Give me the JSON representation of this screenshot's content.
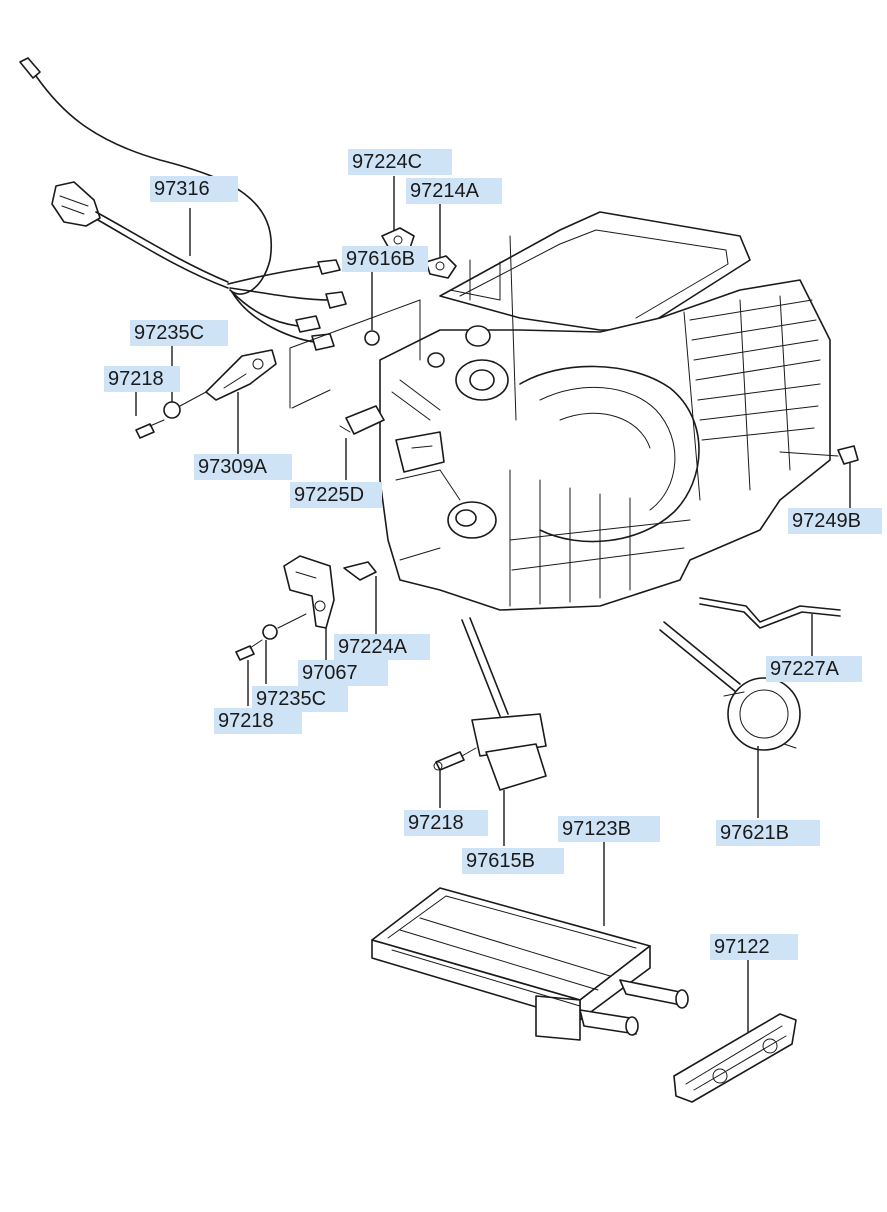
{
  "colors": {
    "label_background": "#cfe3f6",
    "line": "#1a1a1a",
    "paper": "#ffffff"
  },
  "callouts": [
    {
      "id": "97224C",
      "text": "97224C"
    },
    {
      "id": "97316",
      "text": "97316"
    },
    {
      "id": "97214A",
      "text": "97214A"
    },
    {
      "id": "97616B",
      "text": "97616B"
    },
    {
      "id": "97235C_top",
      "text": "97235C"
    },
    {
      "id": "97218_top",
      "text": "97218"
    },
    {
      "id": "97309A",
      "text": "97309A"
    },
    {
      "id": "97225D",
      "text": "97225D"
    },
    {
      "id": "97249B",
      "text": "97249B"
    },
    {
      "id": "97224A",
      "text": "97224A"
    },
    {
      "id": "97067",
      "text": "97067"
    },
    {
      "id": "97235C_bottom",
      "text": "97235C"
    },
    {
      "id": "97218_bottom",
      "text": "97218"
    },
    {
      "id": "97227A",
      "text": "97227A"
    },
    {
      "id": "97218_mid",
      "text": "97218"
    },
    {
      "id": "97123B",
      "text": "97123B"
    },
    {
      "id": "97621B",
      "text": "97621B"
    },
    {
      "id": "97615B",
      "text": "97615B"
    },
    {
      "id": "97122",
      "text": "97122"
    }
  ]
}
